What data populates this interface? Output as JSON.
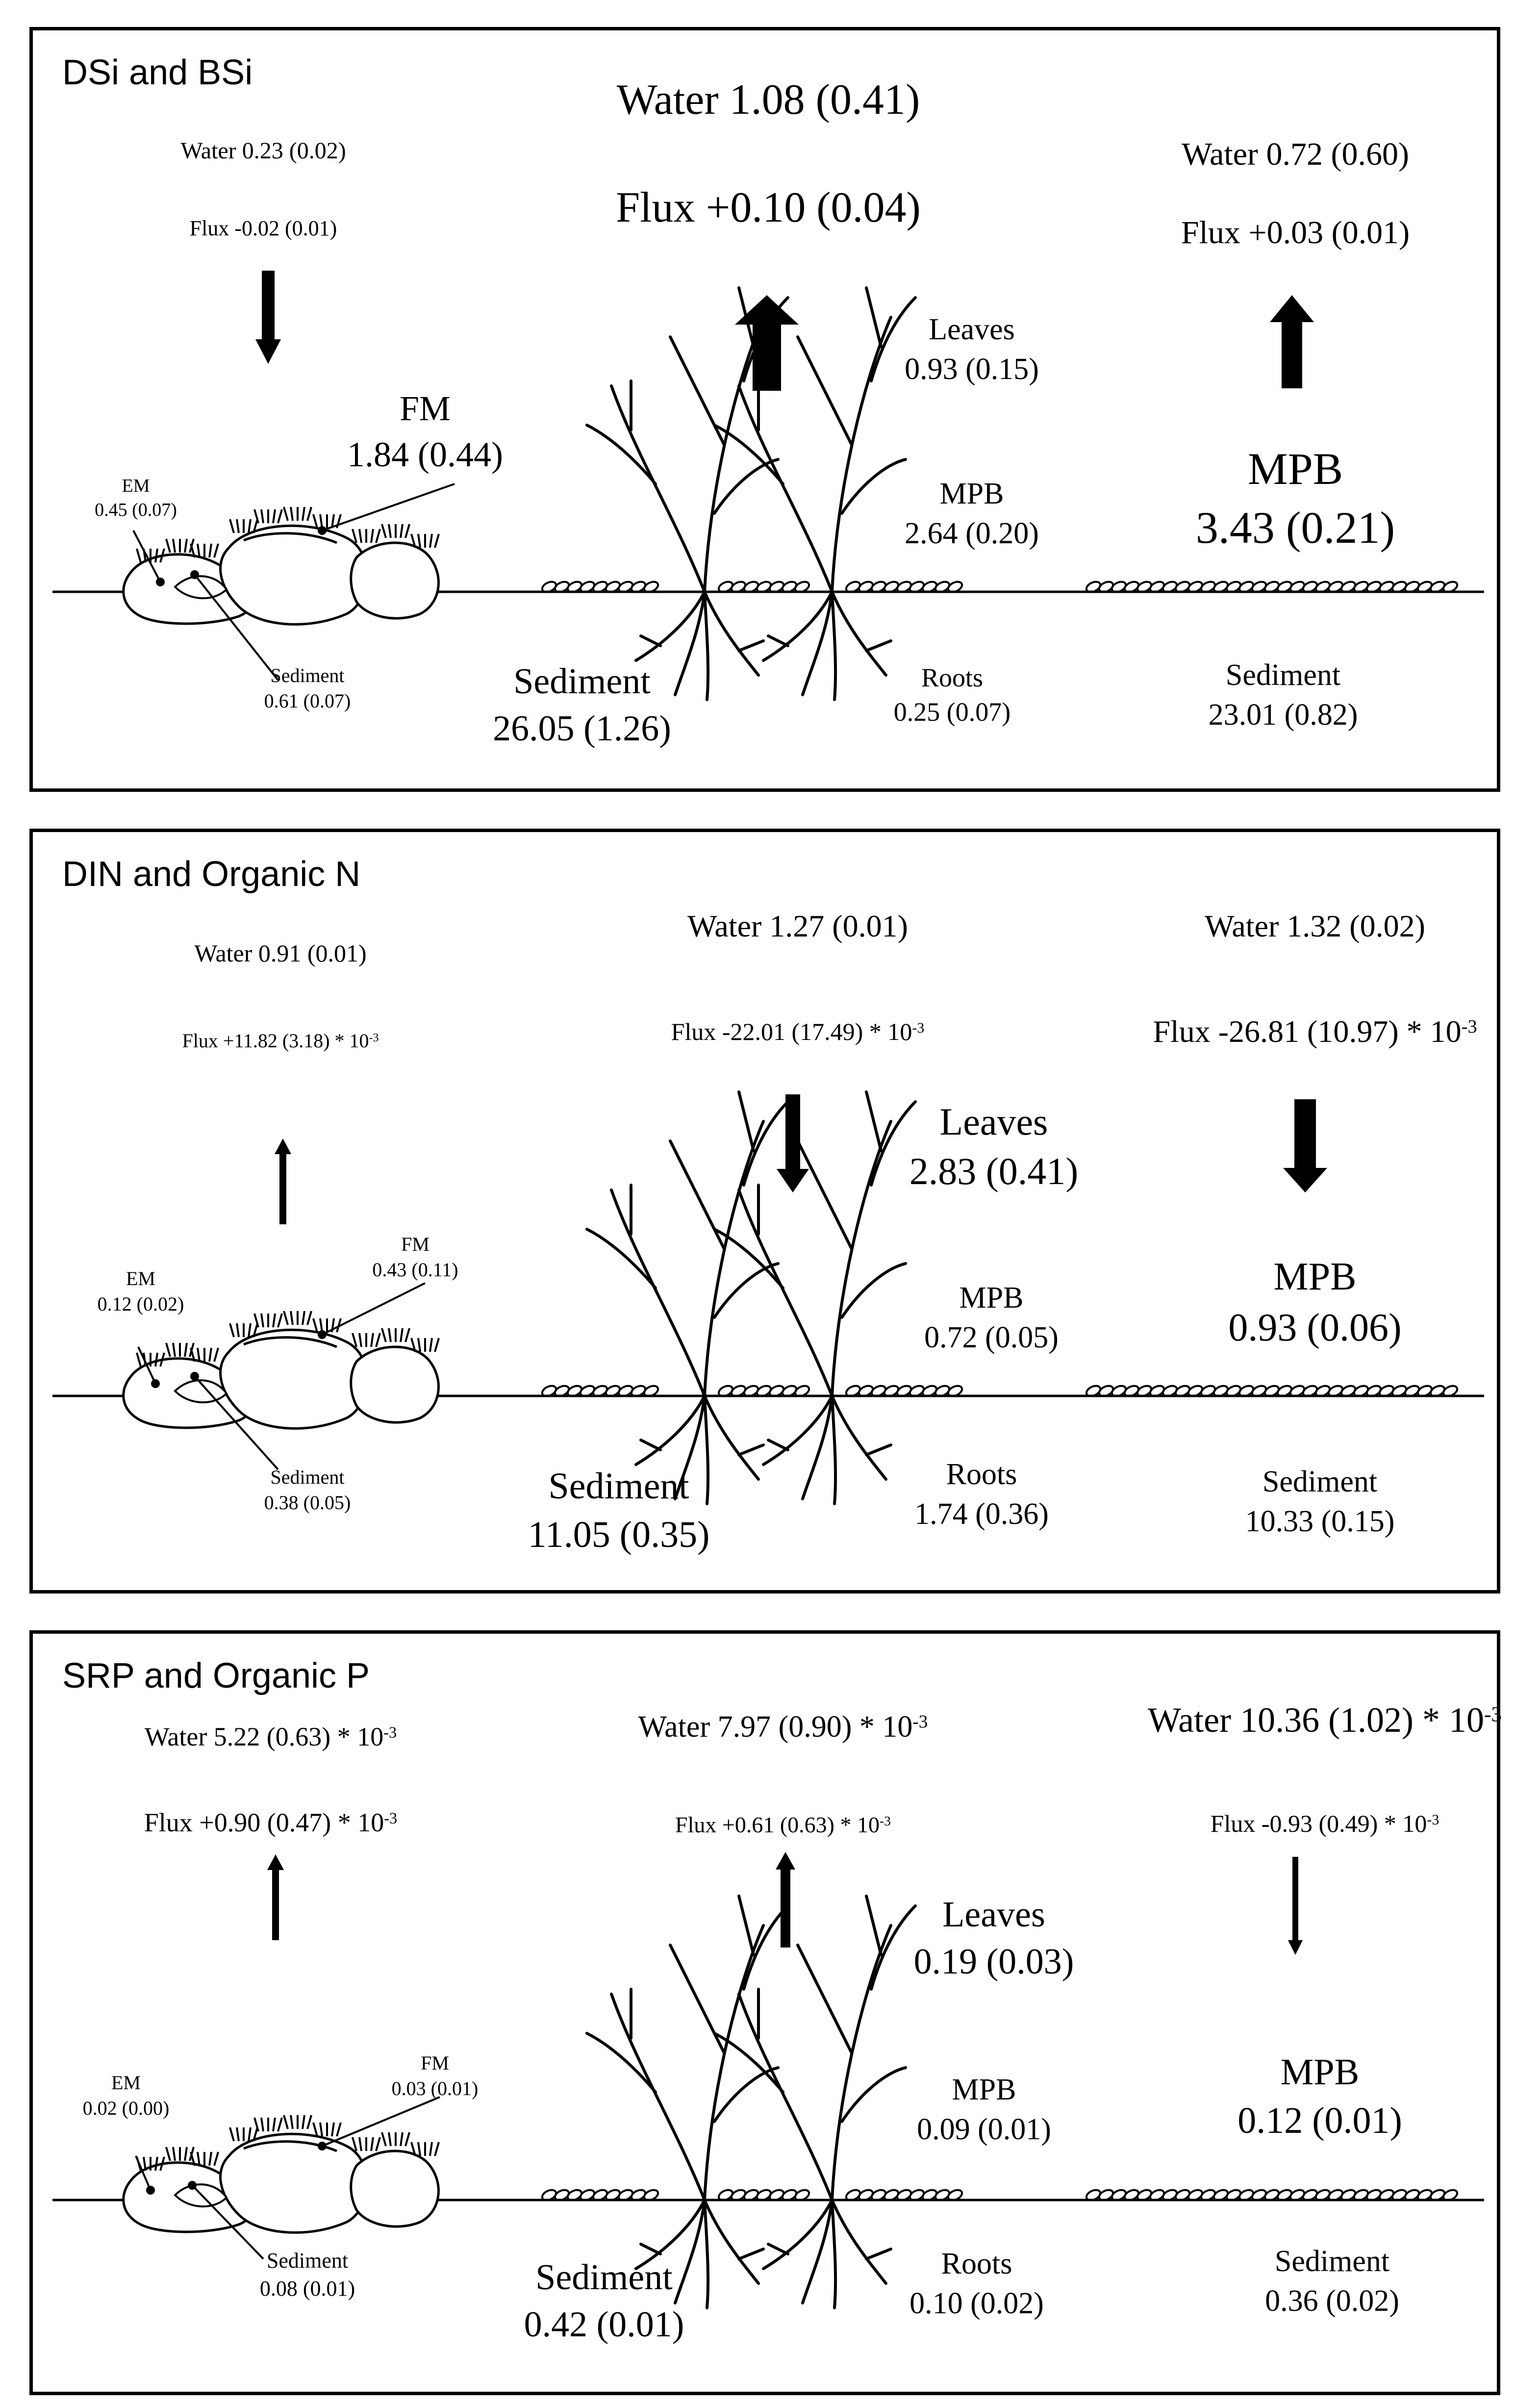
{
  "panels": [
    {
      "title": "DSi and BSi",
      "left_water": "Water 0.23 (0.02)",
      "left_flux": "Flux -0.02 (0.01)",
      "em_name": "EM",
      "em_value": "0.45 (0.07)",
      "fm_name": "FM",
      "fm_value": "1.84 (0.44)",
      "left_sediment_name": "Sediment",
      "left_sediment_value": "0.61 (0.07)",
      "mid_water": "Water 1.08 (0.41)",
      "mid_flux": "Flux +0.10 (0.04)",
      "leaves_name": "Leaves",
      "leaves_value": "0.93 (0.15)",
      "mid_mpb_name": "MPB",
      "mid_mpb_value": "2.64 (0.20)",
      "roots_name": "Roots",
      "roots_value": "0.25 (0.07)",
      "mid_sediment_name": "Sediment",
      "mid_sediment_value": "26.05 (1.26)",
      "right_water": "Water 0.72 (0.60)",
      "right_flux": "Flux +0.03 (0.01)",
      "right_mpb_name": "MPB",
      "right_mpb_value": "3.43 (0.21)",
      "right_sediment_name": "Sediment",
      "right_sediment_value": "23.01 (0.82)",
      "arrows": {
        "left": "down",
        "mid": "up",
        "right": "up"
      }
    },
    {
      "title": "DIN and Organic N",
      "left_water": "Water 0.91 (0.01)",
      "left_flux": "Flux +11.82 (3.18) * 10",
      "left_flux_exp": "-3",
      "em_name": "EM",
      "em_value": "0.12 (0.02)",
      "fm_name": "FM",
      "fm_value": "0.43 (0.11)",
      "left_sediment_name": "Sediment",
      "left_sediment_value": "0.38 (0.05)",
      "mid_water": "Water 1.27 (0.01)",
      "mid_flux": "Flux -22.01 (17.49) * 10",
      "mid_flux_exp": "-3",
      "leaves_name": "Leaves",
      "leaves_value": "2.83 (0.41)",
      "mid_mpb_name": "MPB",
      "mid_mpb_value": "0.72 (0.05)",
      "roots_name": "Roots",
      "roots_value": "1.74 (0.36)",
      "mid_sediment_name": "Sediment",
      "mid_sediment_value": "11.05 (0.35)",
      "right_water": "Water 1.32 (0.02)",
      "right_flux": "Flux -26.81 (10.97) * 10",
      "right_flux_exp": "-3",
      "right_mpb_name": "MPB",
      "right_mpb_value": "0.93 (0.06)",
      "right_sediment_name": "Sediment",
      "right_sediment_value": "10.33 (0.15)",
      "arrows": {
        "left": "up",
        "mid": "down",
        "right": "down"
      }
    },
    {
      "title": "SRP and Organic P",
      "left_water": "Water 5.22 (0.63) * 10",
      "left_water_exp": "-3",
      "left_flux": "Flux +0.90 (0.47) * 10",
      "left_flux_exp": "-3",
      "em_name": "EM",
      "em_value": "0.02 (0.00)",
      "fm_name": "FM",
      "fm_value": "0.03 (0.01)",
      "left_sediment_name": "Sediment",
      "left_sediment_value": "0.08 (0.01)",
      "mid_water": "Water 7.97 (0.90) * 10",
      "mid_water_exp": "-3",
      "mid_flux": "Flux +0.61 (0.63) * 10",
      "mid_flux_exp": "-3",
      "leaves_name": "Leaves",
      "leaves_value": "0.19 (0.03)",
      "mid_mpb_name": "MPB",
      "mid_mpb_value": "0.09 (0.01)",
      "roots_name": "Roots",
      "roots_value": "0.10 (0.02)",
      "mid_sediment_name": "Sediment",
      "mid_sediment_value": "0.42 (0.01)",
      "right_water": "Water 10.36 (1.02) * 10",
      "right_water_exp": "-3",
      "right_flux": "Flux -0.93 (0.49) * 10",
      "right_flux_exp": "-3",
      "right_mpb_name": "MPB",
      "right_mpb_value": "0.12 (0.01)",
      "right_sediment_name": "Sediment",
      "right_sediment_value": "0.36 (0.02)",
      "arrows": {
        "left": "up",
        "mid": "up",
        "right": "down"
      }
    }
  ]
}
